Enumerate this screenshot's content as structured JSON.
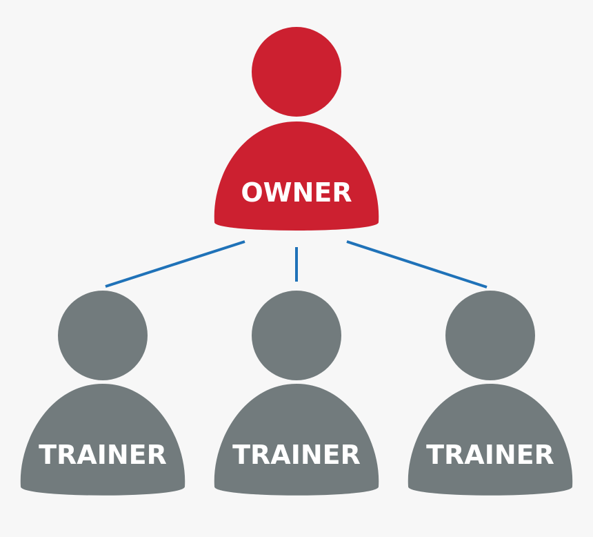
{
  "owner": {
    "label": "OWNER",
    "icon": "person-icon",
    "color": "#cc2030"
  },
  "trainers": [
    {
      "label": "TRAINER",
      "icon": "person-icon"
    },
    {
      "label": "TRAINER",
      "icon": "person-icon"
    },
    {
      "label": "TRAINER",
      "icon": "person-icon"
    }
  ],
  "colors": {
    "trainer": "#727b7d",
    "connector": "#1f72b8",
    "background": "#f7f7f7"
  }
}
